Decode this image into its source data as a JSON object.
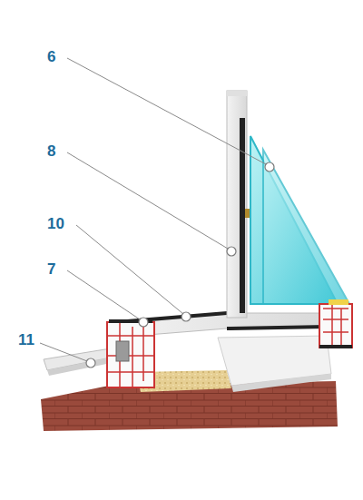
{
  "diagram": {
    "labels": [
      "6",
      "8",
      "10",
      "7",
      "11"
    ]
  }
}
